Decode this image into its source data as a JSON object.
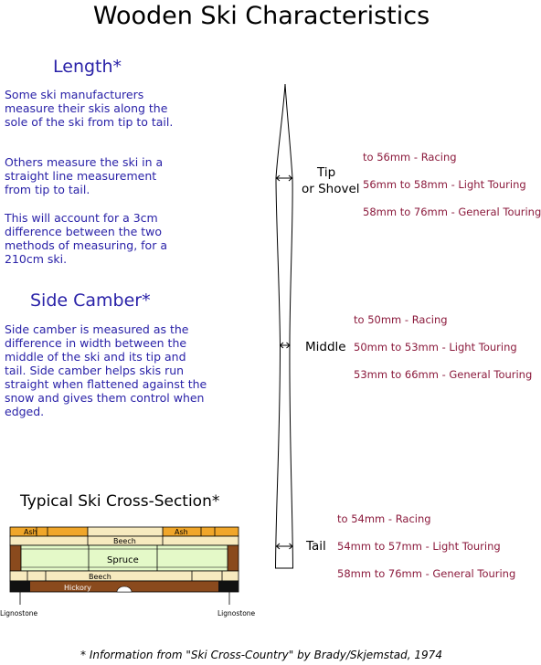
{
  "title": "Wooden Ski Characteristics",
  "length": {
    "heading": "Length*",
    "para1": "Some ski manufacturers measure their skis along the sole of the ski from tip to tail.",
    "para2": "Others measure the ski in a straight line measurement from tip to tail.",
    "para3": "This will account for a 3cm difference between the two methods of measuring, for a 210cm ski."
  },
  "side_camber": {
    "heading": "Side Camber*",
    "text": "Side camber is measured as the difference in width between the middle of the ski and its tip and tail. Side camber helps skis run straight when flattened against the snow and gives them control when edged."
  },
  "ski_points": {
    "tip": {
      "label_line1": "Tip",
      "label_line2": "or Shovel",
      "specs": [
        "to 56mm - Racing",
        "56mm to 58mm - Light Touring",
        "58mm to 76mm - General Touring"
      ]
    },
    "middle": {
      "label": "Middle",
      "specs": [
        "to 50mm - Racing",
        "50mm to 53mm - Light Touring",
        "53mm to 66mm - General Touring"
      ]
    },
    "tail": {
      "label": "Tail",
      "specs": [
        "to 54mm - Racing",
        "54mm to 57mm - Light Touring",
        "58mm to 76mm - General Touring"
      ]
    }
  },
  "cross_section": {
    "heading": "Typical Ski Cross-Section*",
    "labels": {
      "ash_left": "Ash",
      "ash_right": "Ash",
      "beech_top": "Beech",
      "spruce": "Spruce",
      "beech_bottom": "Beech",
      "hickory": "Hickory",
      "lignostone_left": "Lignostone",
      "lignostone_right": "Lignostone"
    },
    "colors": {
      "ash": "#f0a62a",
      "beech": "#f7eabf",
      "spruce": "#e4f9c8",
      "walnut": "#8a4a1d",
      "hickory": "#8a4a1d",
      "lignostone": "#111111"
    }
  },
  "footnote": "* Information from \"Ski Cross-Country\" by Brady/Skjemstad, 1974",
  "colors": {
    "heading_blue": "#2a22a8",
    "spec_red": "#8b1a3c"
  }
}
